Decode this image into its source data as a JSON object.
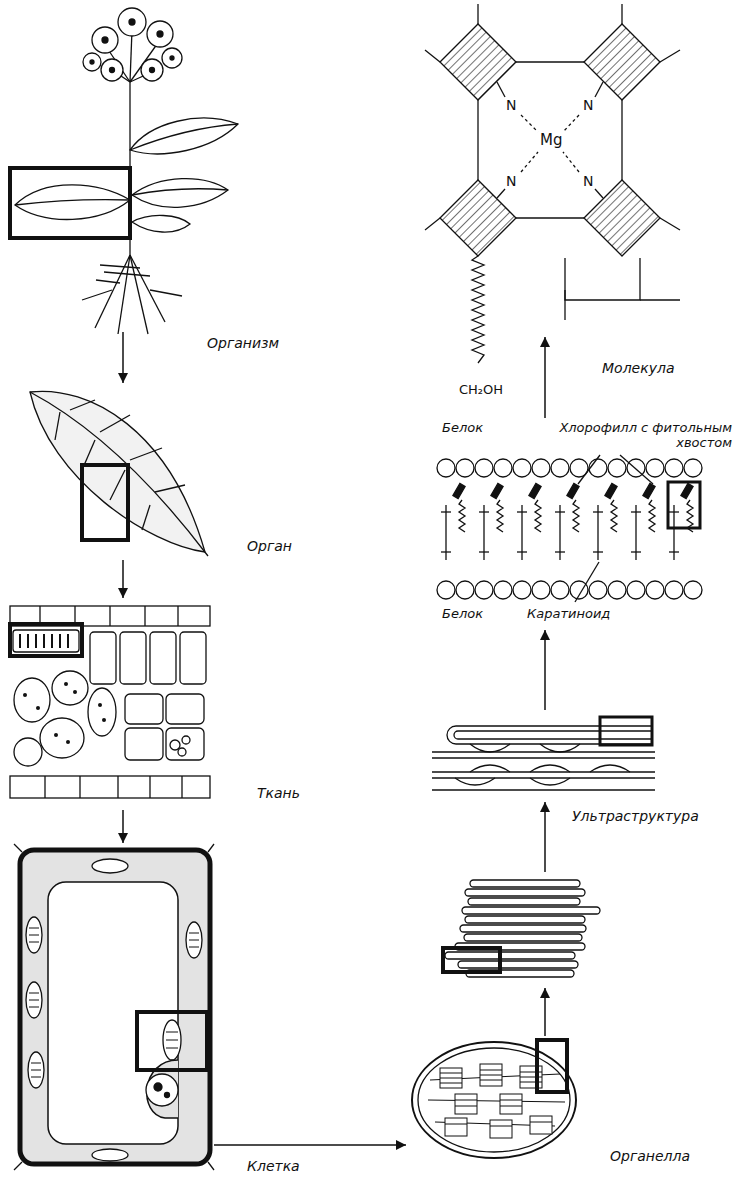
{
  "diagram": {
    "nodes": [
      {
        "text": [
          "Организм"
        ]
      },
      {
        "text": [
          "Орган"
        ]
      },
      {
        "text": [
          "Ткань"
        ]
      },
      {
        "text": [
          "Клетка"
        ]
      },
      {
        "text": [
          "Органелла"
        ]
      },
      {
        "text": [
          "Ультраструктура"
        ]
      },
      {
        "text": [
          "Белок",
          "Хлорофилл с фитольным хвостом",
          "Белок",
          "Каратиноид"
        ]
      },
      {
        "text": [
          "Молекула"
        ]
      }
    ],
    "edges": [
      {
        "from": 0,
        "to": 1,
        "arrow": "to"
      },
      {
        "from": 1,
        "to": 2,
        "arrow": "to"
      },
      {
        "from": 2,
        "to": 3,
        "arrow": "to"
      },
      {
        "from": 3,
        "to": 4,
        "arrow": "to"
      },
      {
        "from": 4,
        "to": 5,
        "arrow": "to"
      },
      {
        "from": 5,
        "to": 6,
        "arrow": "to"
      },
      {
        "from": 6,
        "to": 7,
        "arrow": "to"
      }
    ],
    "labels": [
      "N",
      "N",
      "Mg",
      "N",
      "N",
      "CH₂OH"
    ]
  }
}
